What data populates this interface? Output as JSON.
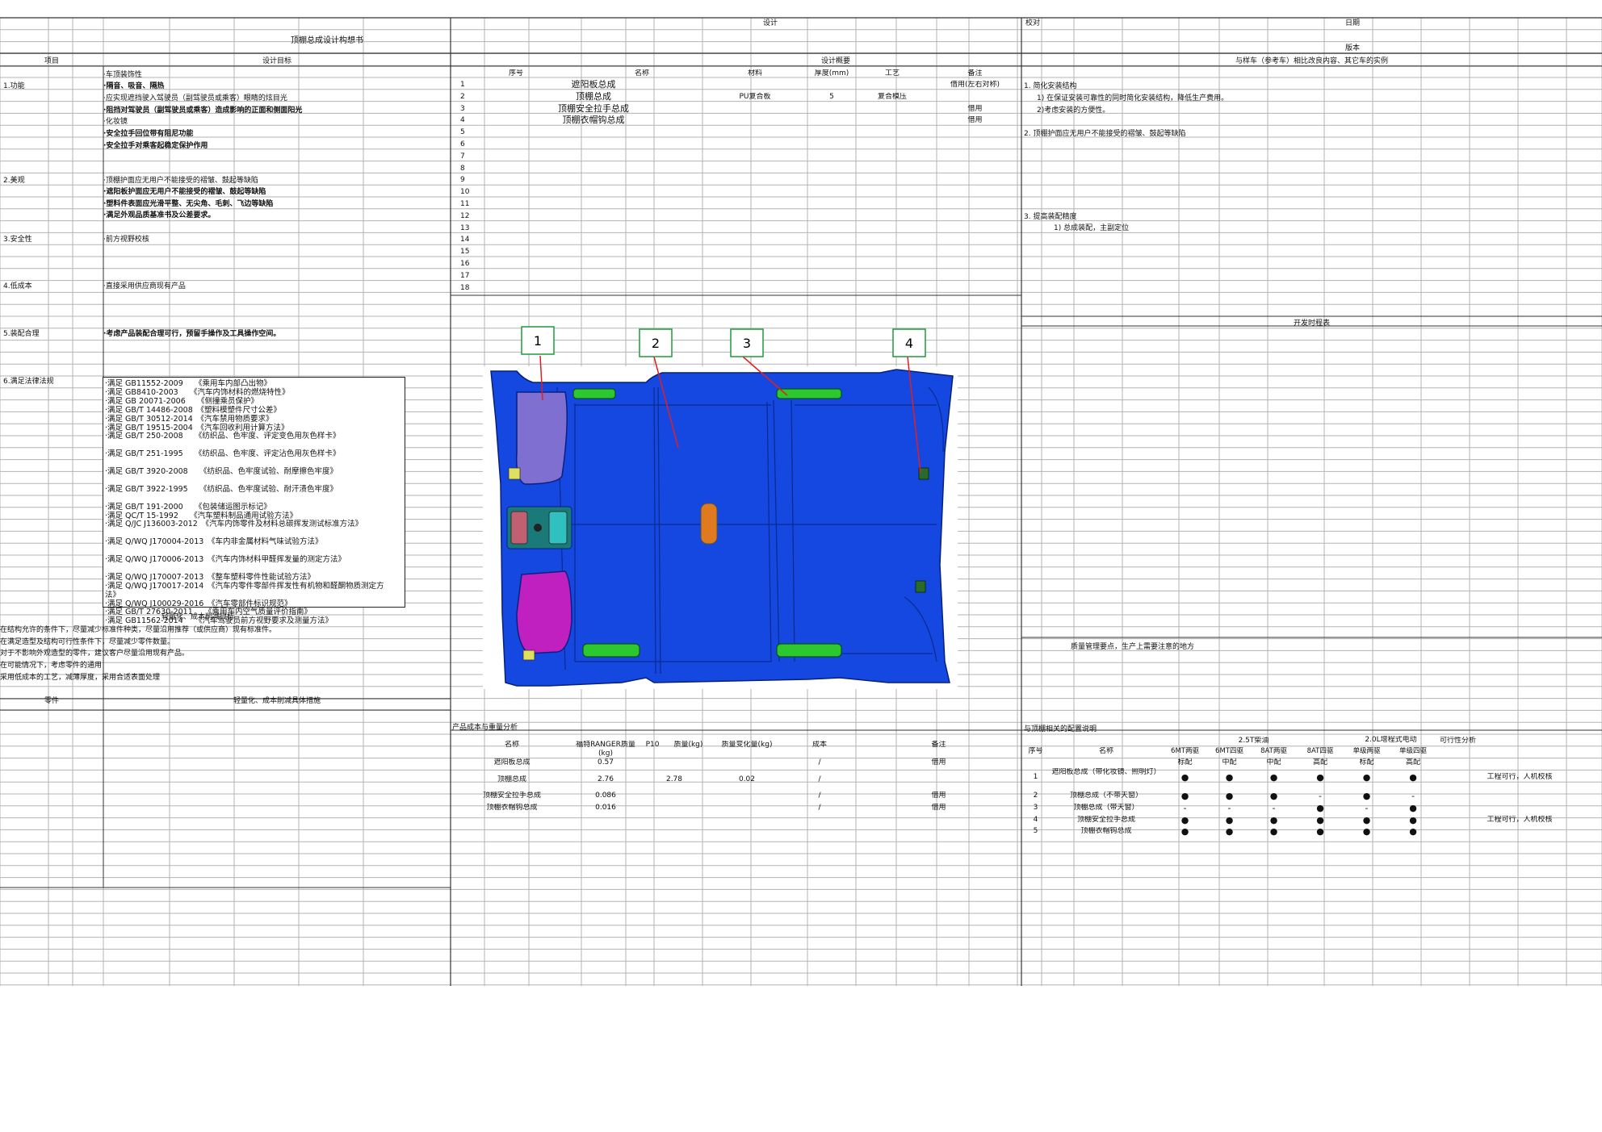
{
  "header": {
    "title": "顶棚总成设计构想书",
    "design_label": "设计",
    "check_label": "校对",
    "date_label": "日期",
    "version_label": "版本"
  },
  "left": {
    "col_item": "项目",
    "col_target": "设计目标",
    "groups": [
      {
        "name": "1.功能",
        "lines": [
          "·车顶装饰性",
          "·隔音、吸音、隔热",
          "·应实现遮挡驶入驾驶员（副驾驶员或乘客）眼睛的炫目光",
          "·阻挡对驾驶员（副驾驶员或乘客）造成影响的正面和侧面阳光",
          "·化妆镜",
          "·安全拉手回位带有阻尼功能",
          "·安全拉手对乘客起稳定保护作用"
        ]
      },
      {
        "name": "2.美观",
        "lines": [
          "·顶棚护面应无用户不能接受的褶皱、鼓起等缺陷",
          "·遮阳板护面应无用户不能接受的褶皱、鼓起等缺陷",
          "·塑料件表面应光滑平整、无尖角、毛刺、飞边等缺陷",
          "·满足外观品质基准书及公差要求。"
        ]
      },
      {
        "name": "3.安全性",
        "lines": [
          "·前方视野校核"
        ]
      },
      {
        "name": "4.低成本",
        "lines": [
          "·直接采用供应商现有产品"
        ]
      },
      {
        "name": "5.装配合理",
        "lines": [
          "·考虑产品装配合理可行，预留手操作及工具操作空间。"
        ]
      },
      {
        "name": "6.满足法律法规",
        "lines": []
      }
    ],
    "laws": [
      "·满足 GB11552-2009　　《乘用车内部凸出物》",
      "·满足 GB8410-2003　　《汽车内饰材料的燃烧特性》",
      "·满足 GB 20071-2006　　《侧撞乘员保护》",
      "·满足 GB/T 14486-2008　《塑料模塑件尺寸公差》",
      "·满足 GB/T 30512-2014　《汽车禁用物质要求》",
      "·满足 GB/T 19515-2004　《汽车回收利用计算方法》",
      "·满足 GB/T 250-2008　　《纺织品、色牢度、评定变色用灰色样卡》",
      "",
      "·满足 GB/T 251-1995　　《纺织品、色牢度、评定沾色用灰色样卡》",
      "",
      "·满足 GB/T 3920-2008　　《纺织品、色牢度试验、耐摩擦色牢度》",
      "",
      "·满足 GB/T 3922-1995　　《纺织品、色牢度试验、耐汗渍色牢度》",
      "",
      "·满足 GB/T 191-2000　　《包装储运图示标记》",
      "·满足 QC/T 15-1992　　《汽车塑料制品通用试验方法》",
      "·满足 Q/JC J136003-2012　《汽车内饰零件及材料总碳挥发测试标准方法》",
      "",
      "·满足 Q/WQ J170004-2013　《车内非金属材料气味试验方法》",
      "",
      "·满足 Q/WQ J170006-2013　《汽车内饰材料甲醛挥发量的测定方法》",
      "",
      "·满足 Q/WQ J170007-2013　《整车塑料零件性能试验方法》",
      "·满足 Q/WQ J170017-2014　《汽车内零件零部件挥发性有机物和醛酮物质测定方",
      "法》",
      "·满足 Q/WQ J100029-2016　《汽车零部件标识规范》",
      "·满足 GB/T 27630-2011　　《乘用车内空气质量评价指南》",
      "·满足 GB11562-2014　　《汽车驾驶员前方视野要求及测量方法》"
    ],
    "overlap_text": "轻量化、成本削减目标",
    "principles": [
      "在结构允许的条件下，尽量减少标准件种类，尽量沿用推荐（或供应商）现有标准件。",
      "在满足造型及结构可行性条件下，尽量减少零件数量。",
      "对于不影响外观造型的零件，建议客户尽量沿用现有产品。",
      "在可能情况下，考虑零件的通用",
      "采用低成本的工艺，减薄厚度，采用合适表面处理"
    ],
    "part_col": "零件",
    "measure_col": "轻量化、成本削减具体措施"
  },
  "design": {
    "title": "设计概要",
    "headers": [
      "序号",
      "名称",
      "材料",
      "厚度(mm)",
      "工艺",
      "备注"
    ],
    "rows": [
      {
        "no": "1",
        "name": "遮阳板总成",
        "material": "",
        "thickness": "",
        "process": "",
        "note": "借用(左右对称)"
      },
      {
        "no": "2",
        "name": "顶棚总成",
        "material": "PU复合板",
        "thickness": "5",
        "process": "复合模压",
        "note": ""
      },
      {
        "no": "3",
        "name": "顶棚安全拉手总成",
        "material": "",
        "thickness": "",
        "process": "",
        "note": "借用"
      },
      {
        "no": "4",
        "name": "顶棚衣帽钩总成",
        "material": "",
        "thickness": "",
        "process": "",
        "note": "借用"
      },
      {
        "no": "5"
      },
      {
        "no": "6"
      },
      {
        "no": "7"
      },
      {
        "no": "8"
      },
      {
        "no": "9"
      },
      {
        "no": "10"
      },
      {
        "no": "11"
      },
      {
        "no": "12"
      },
      {
        "no": "13"
      },
      {
        "no": "14"
      },
      {
        "no": "15"
      },
      {
        "no": "16"
      },
      {
        "no": "17"
      },
      {
        "no": "18"
      }
    ]
  },
  "callouts": [
    "1",
    "2",
    "3",
    "4"
  ],
  "cost": {
    "title": "产品成本与重量分析",
    "headers": [
      "名称",
      "福特RANGER质量(kg)",
      "P10　　质量(kg)",
      "质量变化量(kg)",
      "成本",
      "备注"
    ],
    "rows": [
      {
        "name": "遮阳板总成",
        "ranger": "0.57",
        "p10": "",
        "delta": "",
        "cost": "/",
        "note": "借用"
      },
      {
        "name": "顶棚总成",
        "ranger": "2.76",
        "p10": "2.78",
        "delta": "0.02",
        "cost": "/",
        "note": ""
      },
      {
        "name": "顶棚安全拉手总成",
        "ranger": "0.086",
        "p10": "",
        "delta": "",
        "cost": "/",
        "note": "借用"
      },
      {
        "name": "顶棚衣帽钩总成",
        "ranger": "0.016",
        "p10": "",
        "delta": "",
        "cost": "/",
        "note": "借用"
      }
    ]
  },
  "right": {
    "compare_title": "与样车（参考车）相比改良内容、其它车的实例",
    "compare": [
      {
        "head": "1. 简化安装结构",
        "lines": [
          "1) 在保证安装可靠性的同时简化安装结构，降低生产费用。",
          "2)考虑安装的方便性。"
        ]
      },
      {
        "head": "2. 顶棚护面应无用户不能接受的褶皱、鼓起等缺陷",
        "lines": []
      },
      {
        "head": "3. 提高装配精度",
        "lines": [
          "1) 总成装配，主副定位"
        ]
      }
    ],
    "schedule_title": "开发时程表",
    "quality_text": "质量管理要点，生产上需要注意的地方",
    "config_title": "与顶棚相关的配置说明",
    "config_headers": {
      "no": "序号",
      "name": "名称",
      "group1": "2.5T柴油",
      "group2": "2.0L增程式电动",
      "feasibility": "可行性分析",
      "sub": [
        "6MT两驱",
        "6MT四驱",
        "8AT两驱",
        "8AT四驱",
        "单级两驱",
        "单级四驱"
      ],
      "grade": [
        "标配",
        "中配",
        "中配",
        "高配",
        "标配",
        "高配"
      ]
    },
    "config_rows": [
      {
        "no": "1",
        "name": "遮阳板总成（带化妆镜、照明灯）",
        "marks": [
          "●",
          "●",
          "●",
          "●",
          "●",
          "●"
        ],
        "feas": "工程可行，人机校核"
      },
      {
        "no": "2",
        "name": "顶棚总成（不带天窗）",
        "marks": [
          "●",
          "●",
          "●",
          "-",
          "●",
          "-"
        ],
        "feas": ""
      },
      {
        "no": "3",
        "name": "顶棚总成（带天窗）",
        "marks": [
          "-",
          "-",
          "-",
          "●",
          "-",
          "●"
        ],
        "feas": ""
      },
      {
        "no": "4",
        "name": "顶棚安全拉手总成",
        "marks": [
          "●",
          "●",
          "●",
          "●",
          "●",
          "●"
        ],
        "feas": "工程可行，人机校核"
      },
      {
        "no": "5",
        "name": "顶棚衣帽钩总成",
        "marks": [
          "●",
          "●",
          "●",
          "●",
          "●",
          "●"
        ],
        "feas": ""
      }
    ]
  },
  "colors": {
    "grid": "#b3b3b3",
    "callout": "#1f9a3c",
    "arrow": "#e02020",
    "headliner": "#1448e0"
  }
}
